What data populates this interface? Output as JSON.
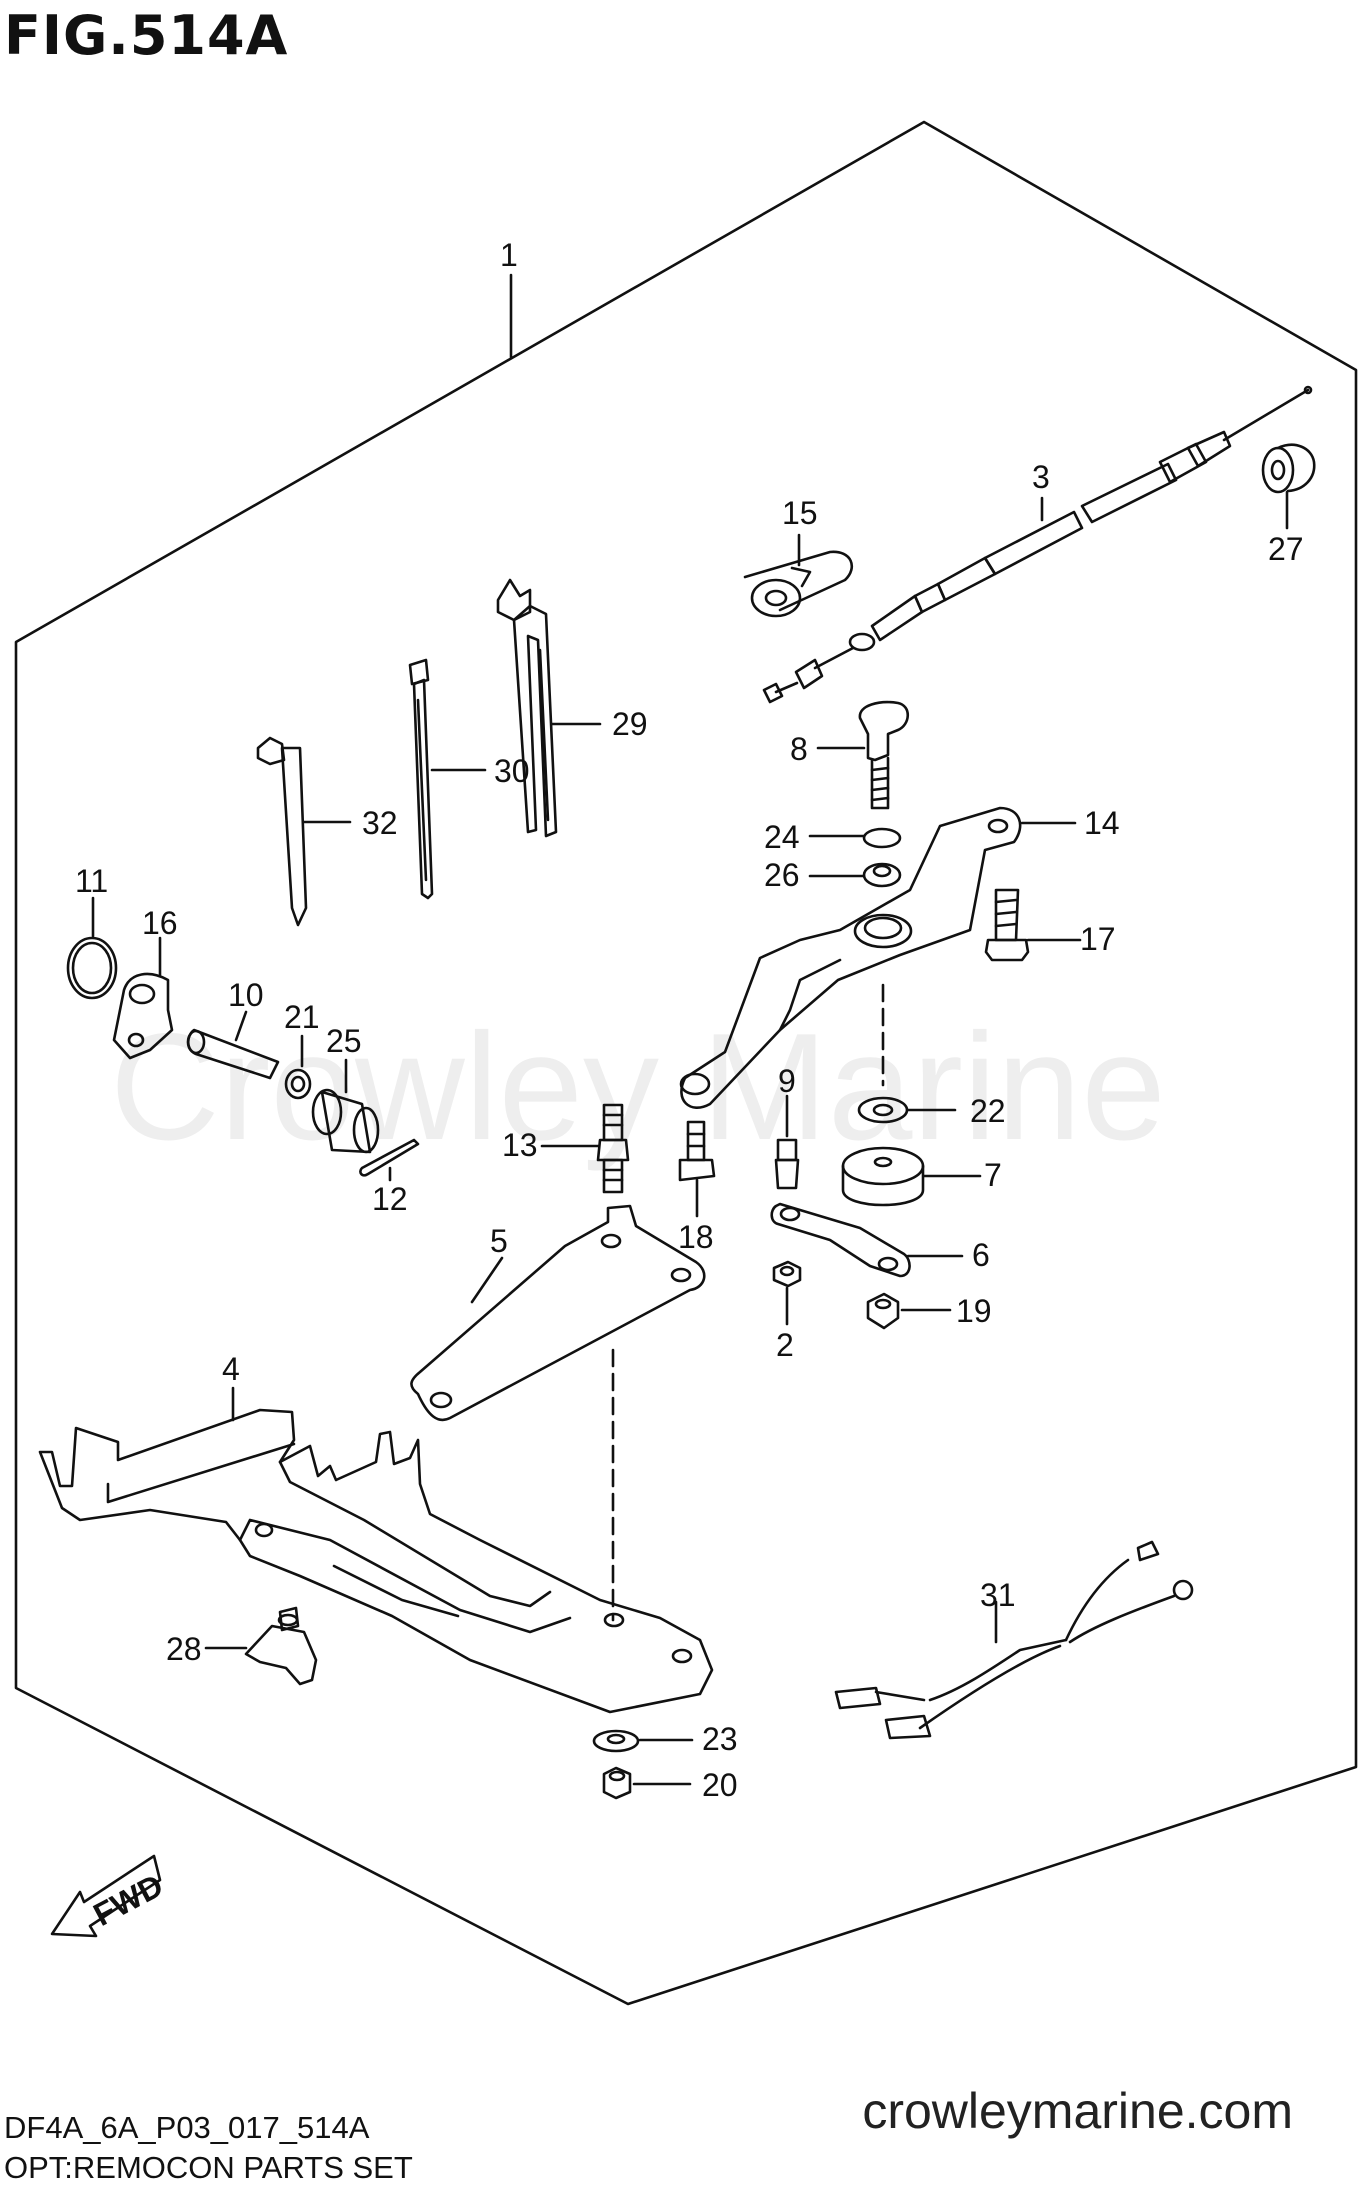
{
  "figure_title": "FIG.514A",
  "watermark": "Crowley Marine",
  "website": "crowleymarine.com",
  "diagram_code": "DF4A_6A_P03_017_514A",
  "subtitle": "OPT:REMOCON PARTS SET",
  "fwd_label": "FWD",
  "parts": {
    "p1": "1",
    "p2": "2",
    "p3": "3",
    "p4": "4",
    "p5": "5",
    "p6": "6",
    "p7": "7",
    "p8": "8",
    "p9": "9",
    "p10": "10",
    "p11": "11",
    "p12": "12",
    "p13": "13",
    "p14": "14",
    "p15": "15",
    "p16": "16",
    "p17": "17",
    "p18": "18",
    "p19": "19",
    "p20": "20",
    "p21": "21",
    "p22": "22",
    "p23": "23",
    "p24": "24",
    "p25": "25",
    "p26": "26",
    "p27": "27",
    "p28": "28",
    "p29": "29",
    "p30": "30",
    "p31": "31",
    "p32": "32"
  },
  "colors": {
    "line": "#111111",
    "watermark": "#eeeeee"
  }
}
